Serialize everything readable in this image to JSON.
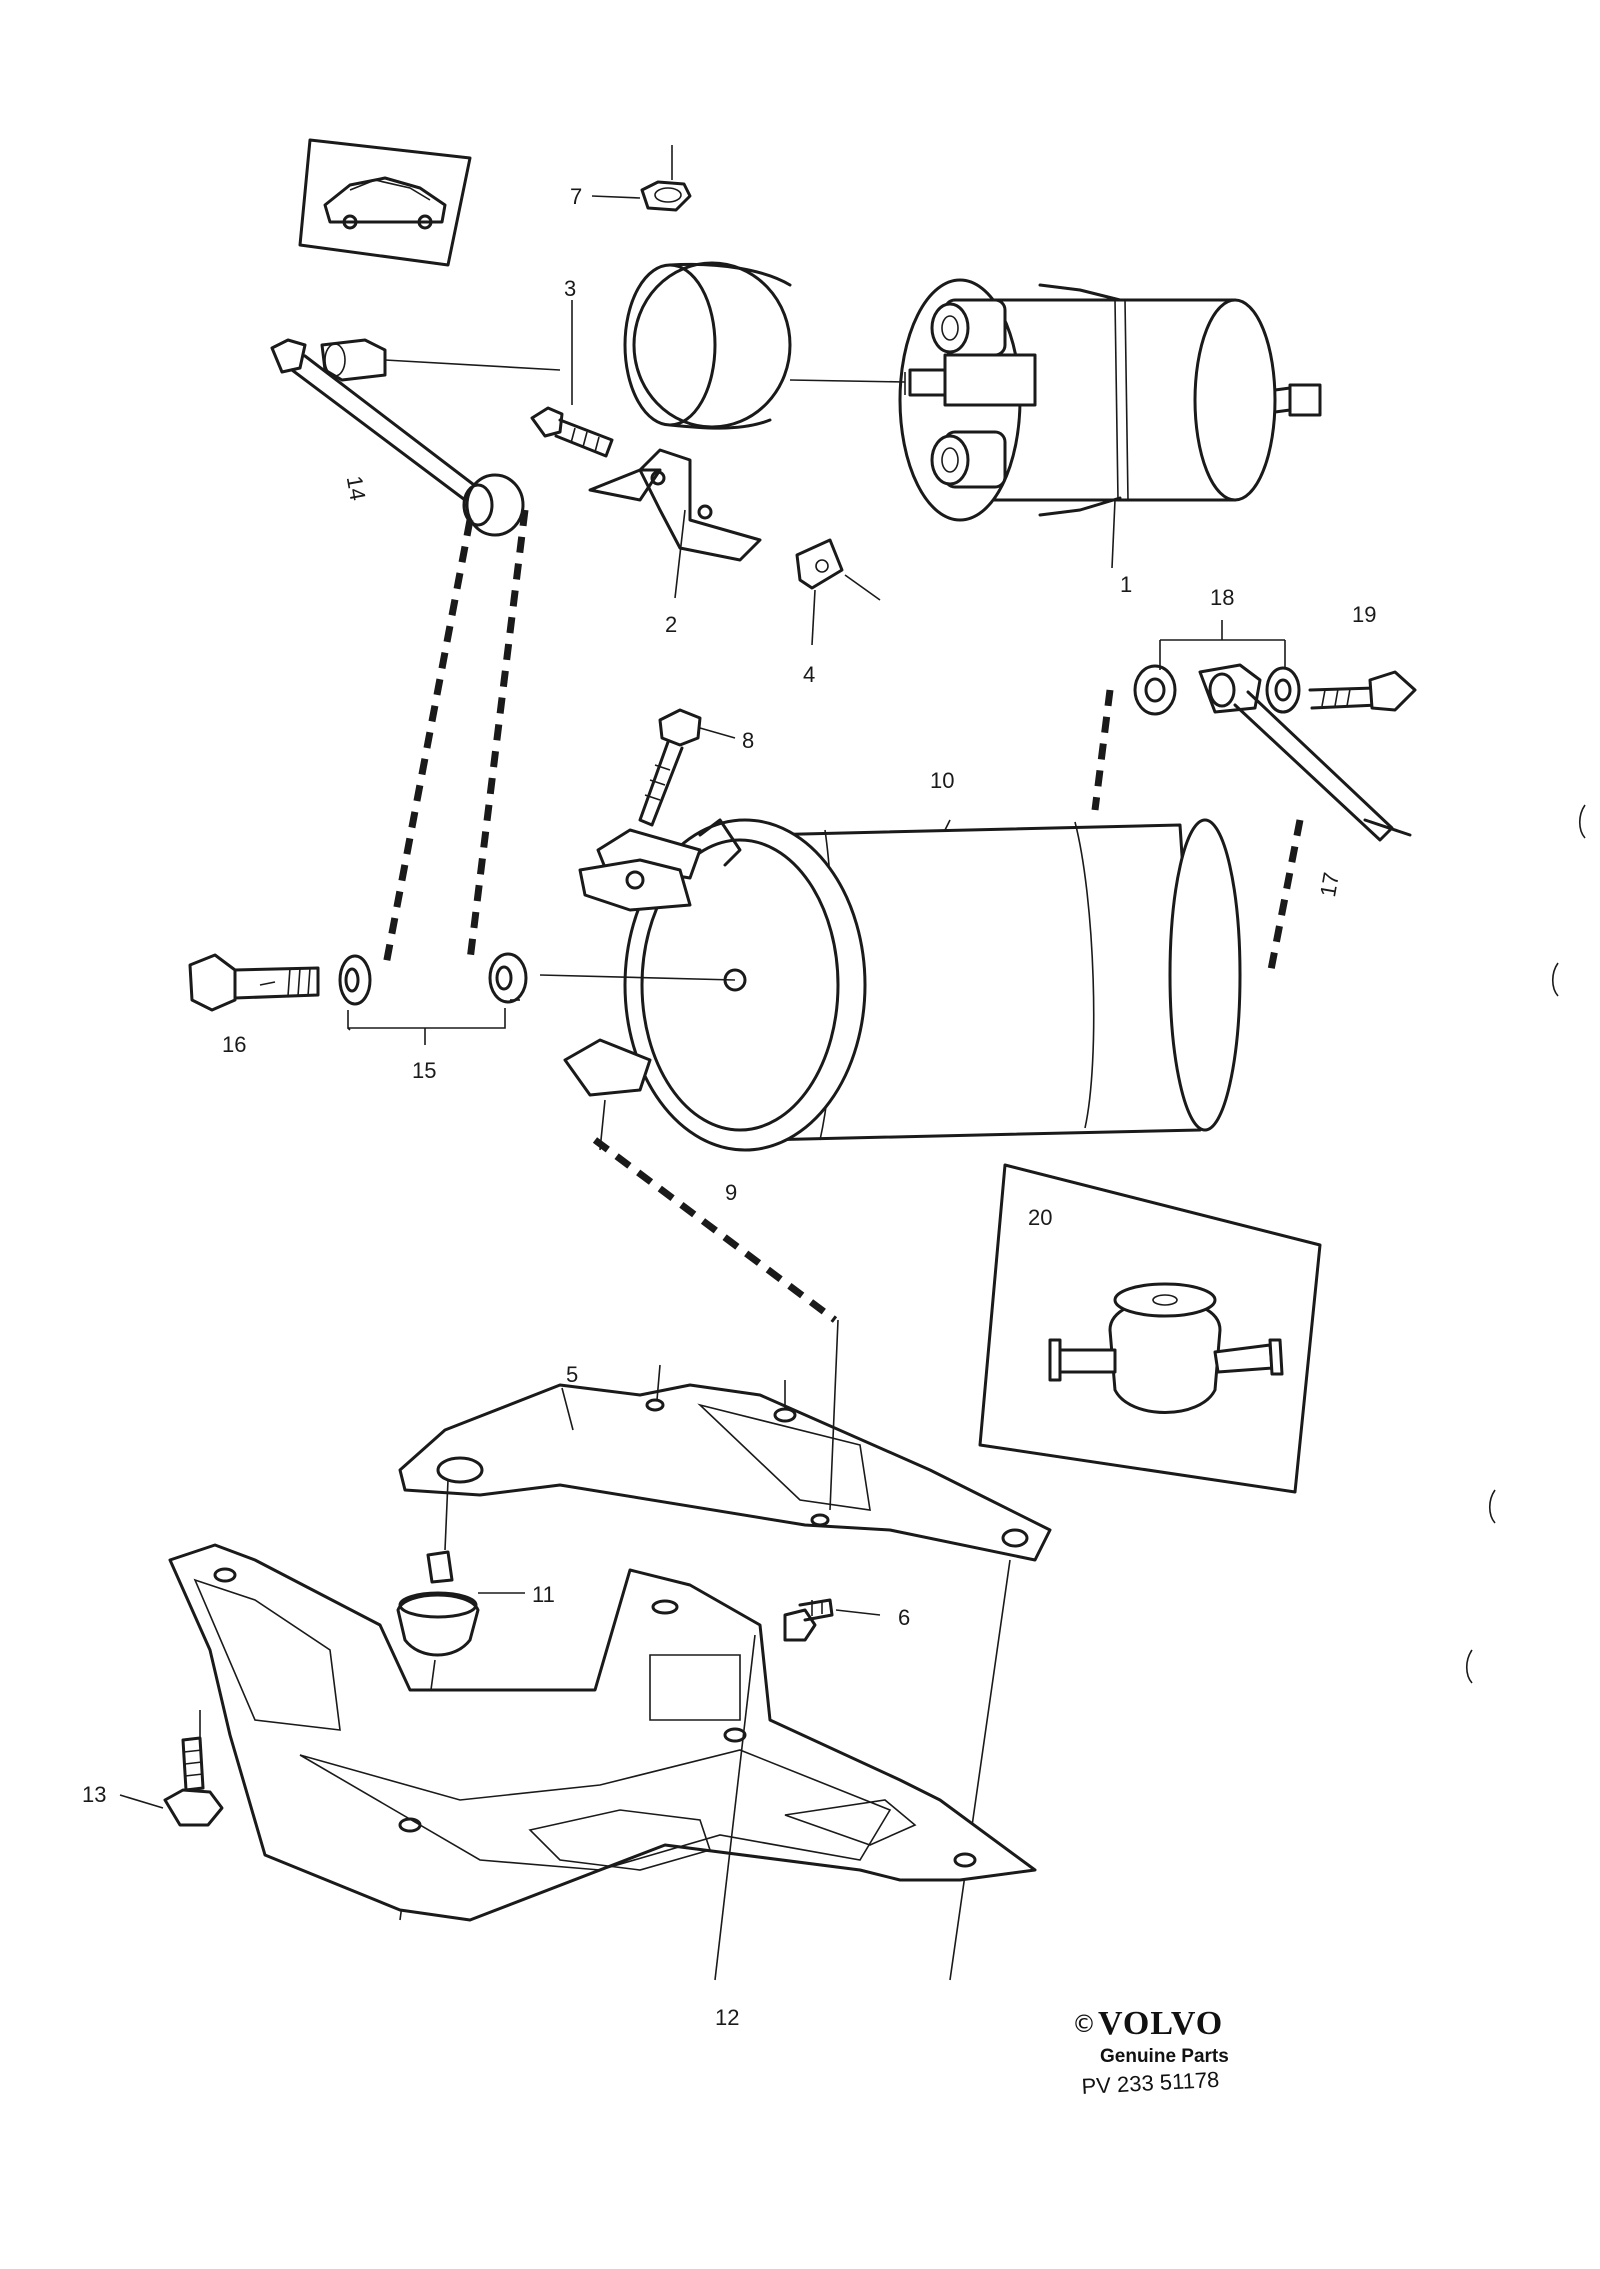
{
  "brand": {
    "copyright": "©",
    "name": "VOLVO",
    "subtitle": "Genuine Parts",
    "code": "PV 233  51178"
  },
  "callouts": {
    "c1": "1",
    "c2": "2",
    "c3": "3",
    "c4": "4",
    "c5": "5",
    "c6": "6",
    "c7": "7",
    "c8": "8",
    "c9": "9",
    "c10": "10",
    "c11": "11",
    "c12": "12",
    "c13": "13",
    "c14": "14",
    "c15": "15",
    "c16": "16",
    "c17": "17",
    "c18": "18",
    "c19": "19",
    "c20": "20"
  },
  "colors": {
    "ink": "#1a1a1a",
    "paper": "#ffffff"
  }
}
